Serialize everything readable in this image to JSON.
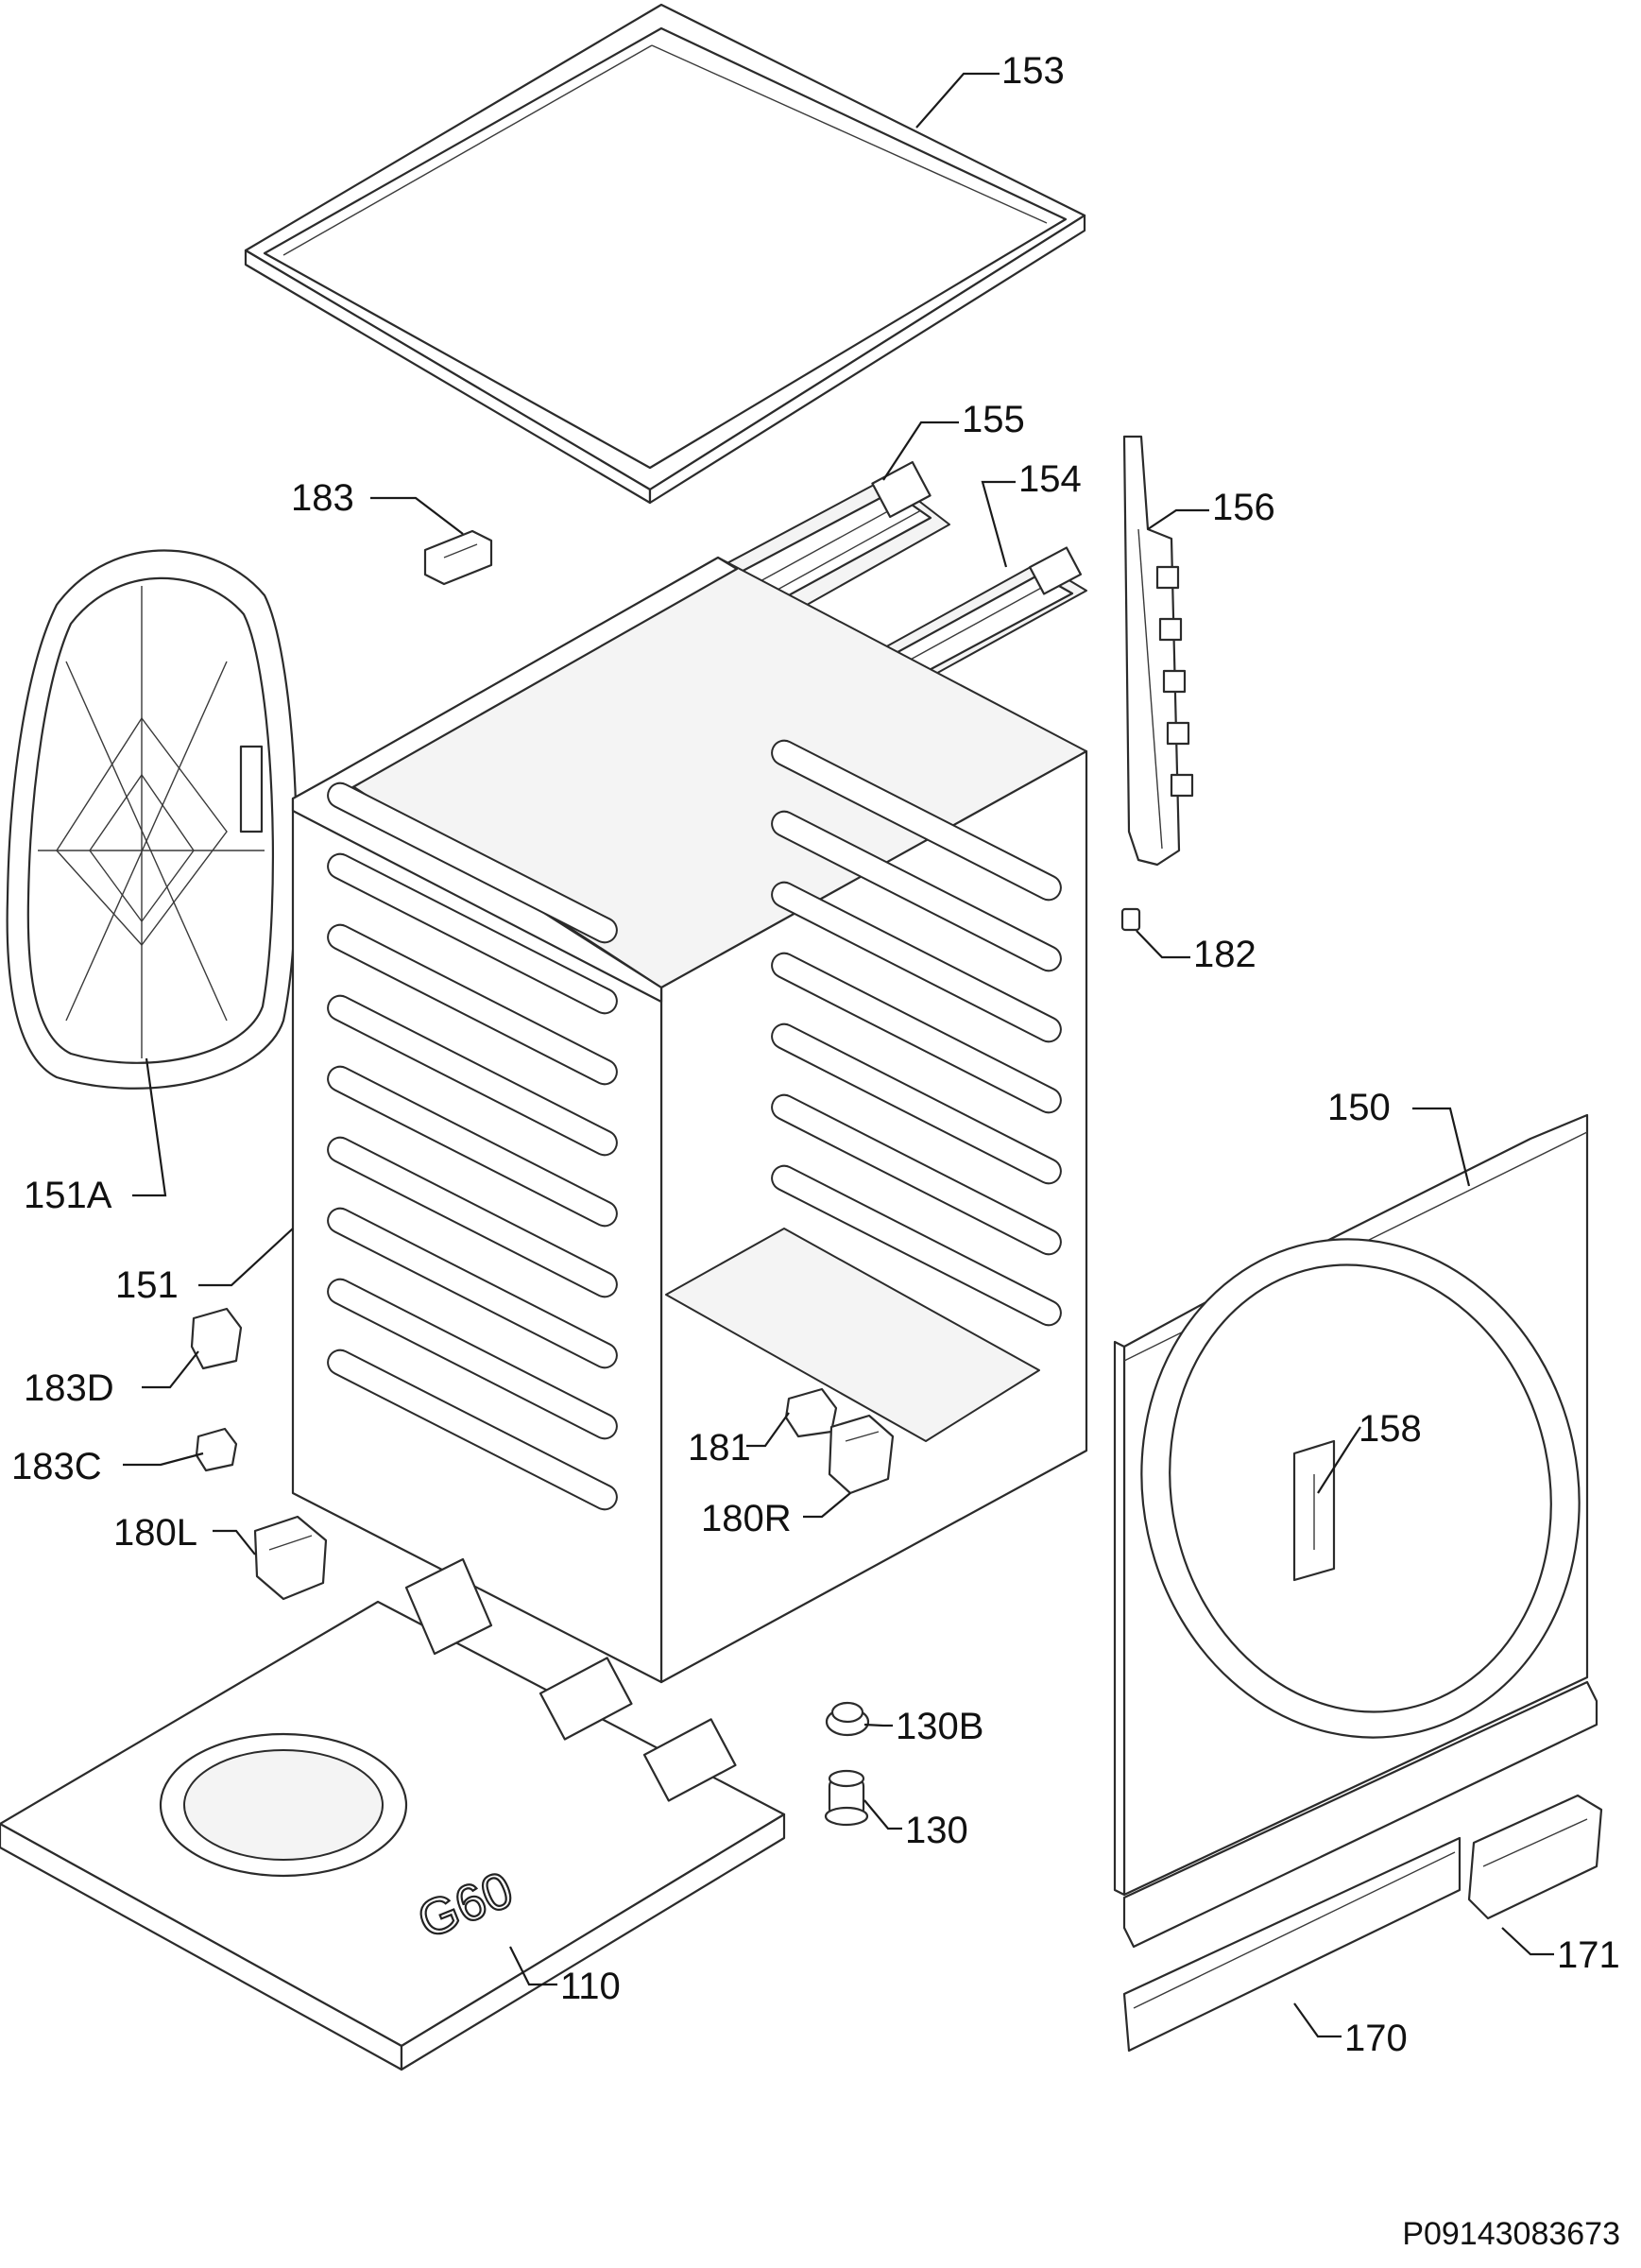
{
  "diagram": {
    "document_id": "P09143083673",
    "base_marking": "G60",
    "callouts": [
      {
        "id": "153",
        "label": "153"
      },
      {
        "id": "155",
        "label": "155"
      },
      {
        "id": "154",
        "label": "154"
      },
      {
        "id": "156",
        "label": "156"
      },
      {
        "id": "183",
        "label": "183"
      },
      {
        "id": "182",
        "label": "182"
      },
      {
        "id": "150",
        "label": "150"
      },
      {
        "id": "151A",
        "label": "151A"
      },
      {
        "id": "151",
        "label": "151"
      },
      {
        "id": "158",
        "label": "158"
      },
      {
        "id": "183D",
        "label": "183D"
      },
      {
        "id": "183C",
        "label": "183C"
      },
      {
        "id": "181",
        "label": "181"
      },
      {
        "id": "180R",
        "label": "180R"
      },
      {
        "id": "180L",
        "label": "180L"
      },
      {
        "id": "130B",
        "label": "130B"
      },
      {
        "id": "130",
        "label": "130"
      },
      {
        "id": "110",
        "label": "110"
      },
      {
        "id": "171",
        "label": "171"
      },
      {
        "id": "170",
        "label": "170"
      }
    ]
  }
}
